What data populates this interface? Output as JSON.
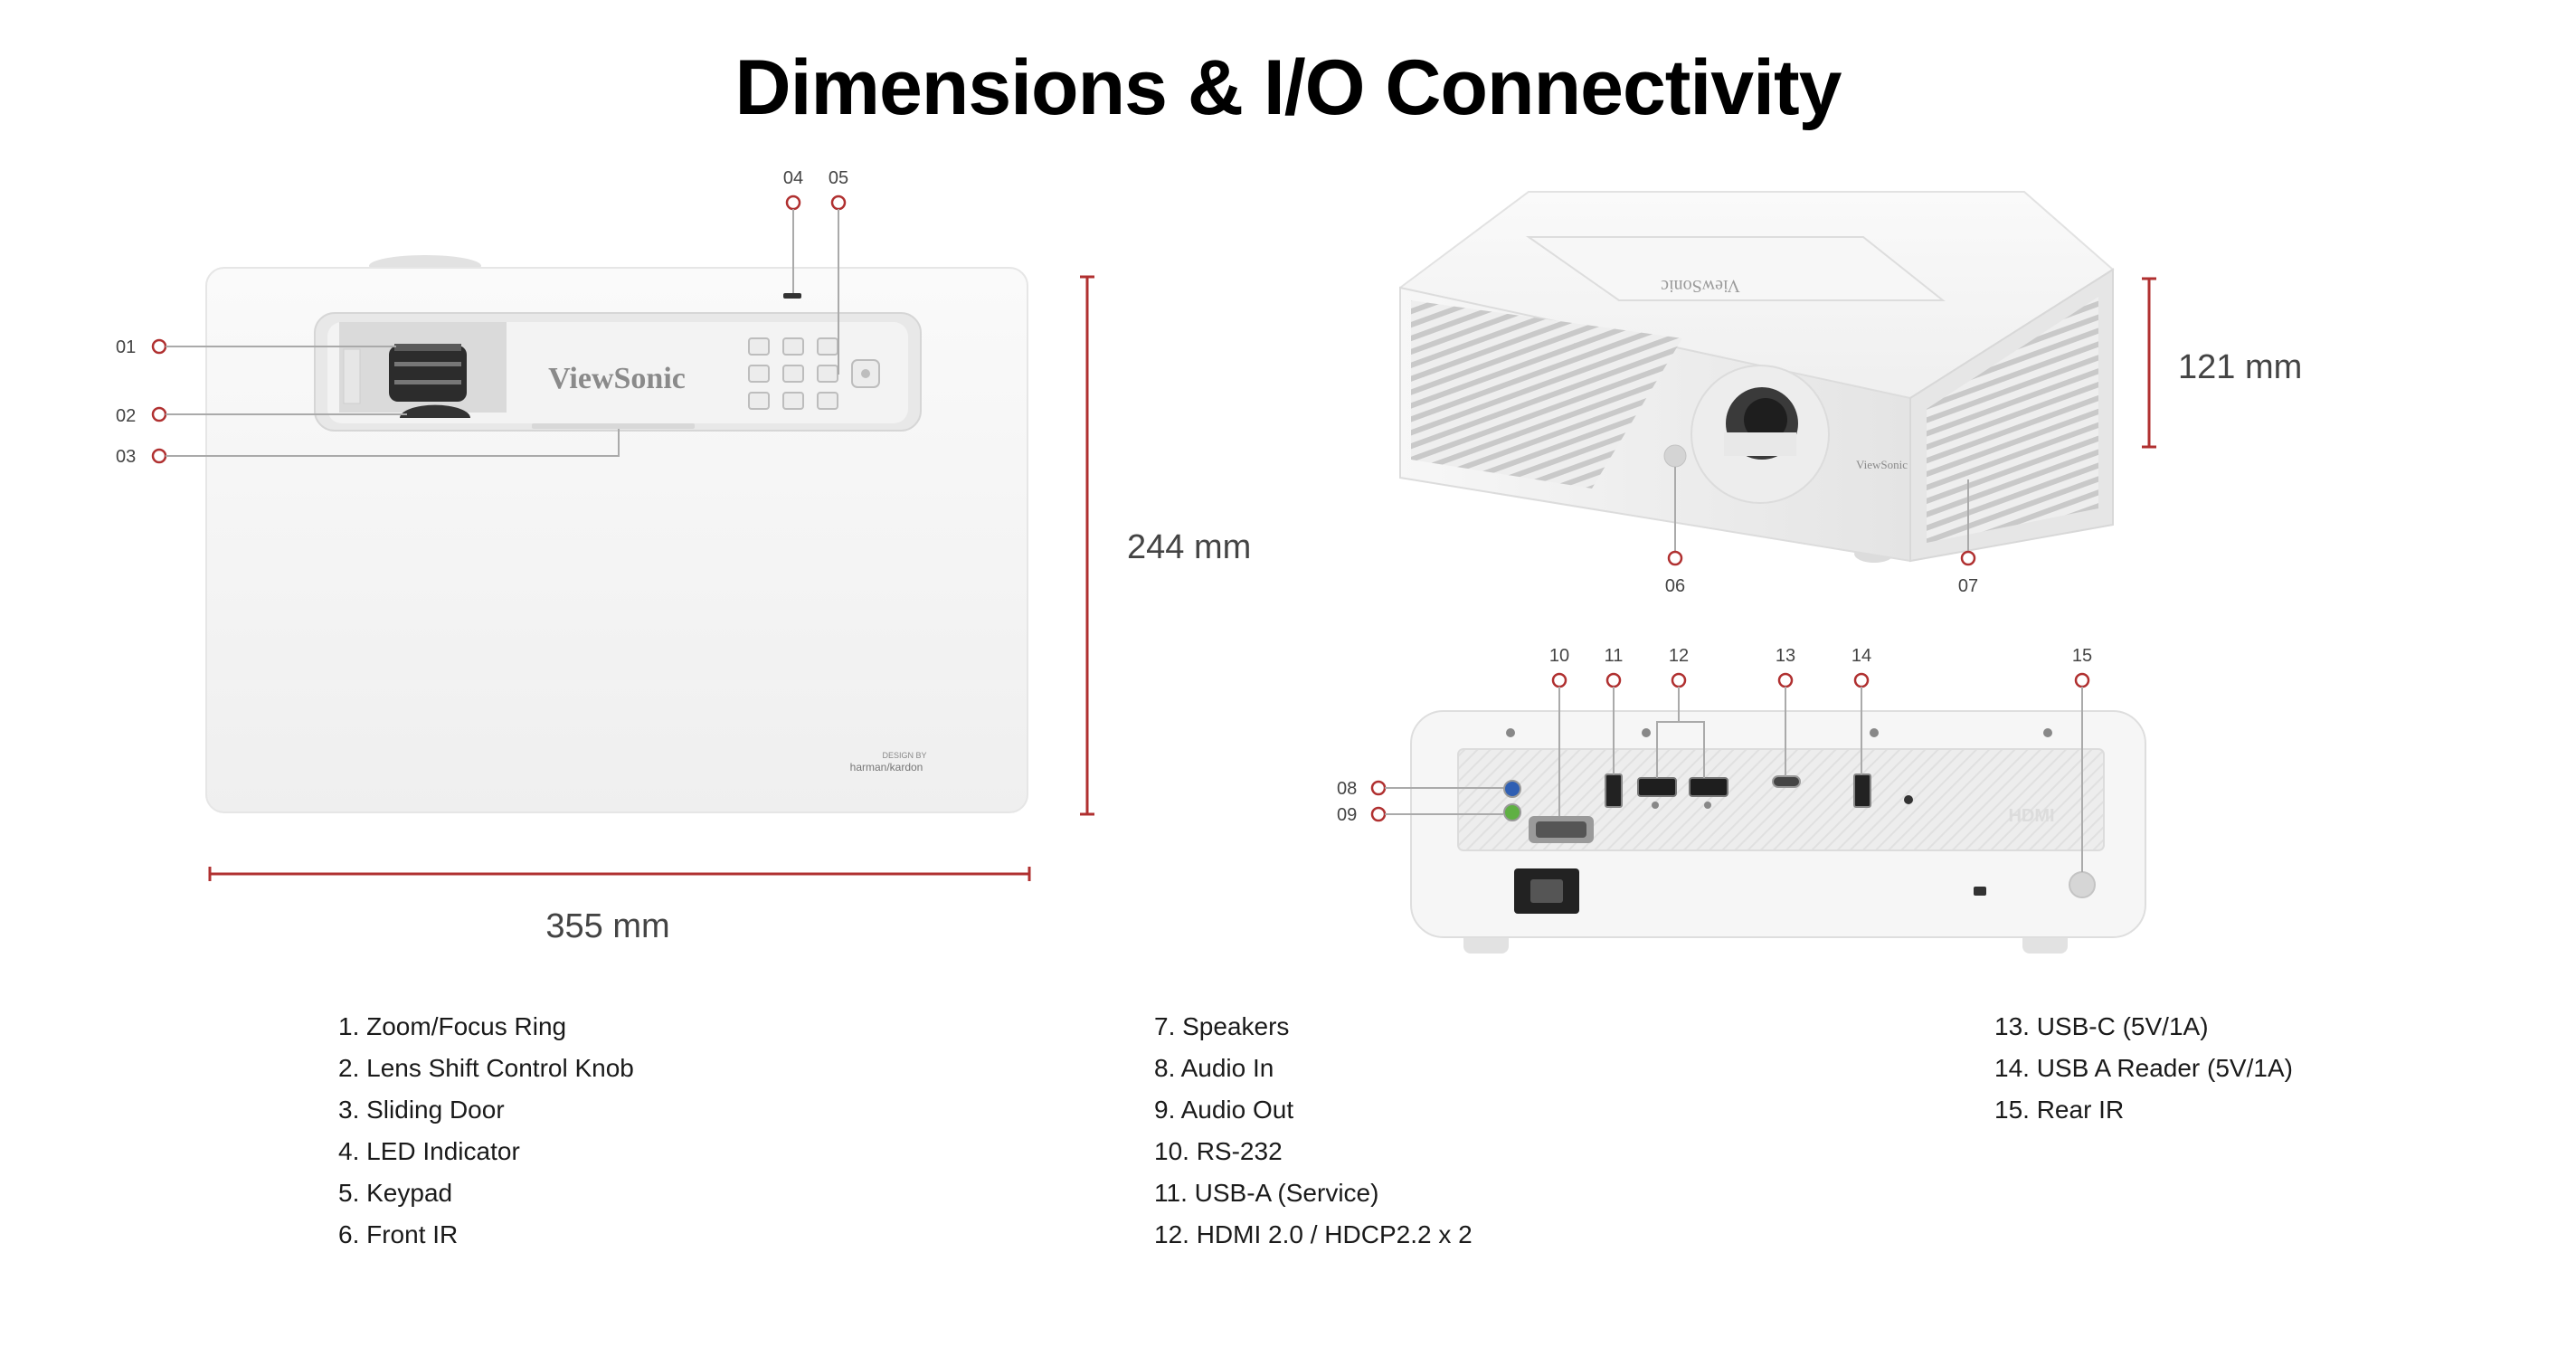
{
  "title": "Dimensions & I/O Connectivity",
  "brand": {
    "top_logo": "ViewSonic",
    "front_logo": "ViewSonic",
    "speaker_badge_line1": "DESIGN BY",
    "speaker_badge_line2": "harman/kardon",
    "rear_hdmi_mark": "HDMI"
  },
  "colors": {
    "accent": "#b03030",
    "body": "#f4f4f4",
    "panel": "#ececec",
    "text": "#1a1a1a"
  },
  "dimensions": {
    "width": "355 mm",
    "depth": "244 mm",
    "height": "121 mm"
  },
  "callouts": {
    "c01": "01",
    "c02": "02",
    "c03": "03",
    "c04": "04",
    "c05": "05",
    "c06": "06",
    "c07": "07",
    "c08": "08",
    "c09": "09",
    "c10": "10",
    "c11": "11",
    "c12": "12",
    "c13": "13",
    "c14": "14",
    "c15": "15"
  },
  "legend": {
    "col1": [
      "1. Zoom/Focus Ring",
      "2. Lens Shift Control Knob",
      "3. Sliding Door",
      "4. LED Indicator",
      "5. Keypad",
      "6. Front IR"
    ],
    "col2": [
      "7. Speakers",
      "8. Audio In",
      "9. Audio Out",
      "10. RS-232",
      "11. USB-A (Service)",
      "12. HDMI 2.0 / HDCP2.2 x 2"
    ],
    "col3": [
      "13. USB-C (5V/1A)",
      "14. USB A Reader (5V/1A)",
      "15. Rear IR"
    ]
  }
}
